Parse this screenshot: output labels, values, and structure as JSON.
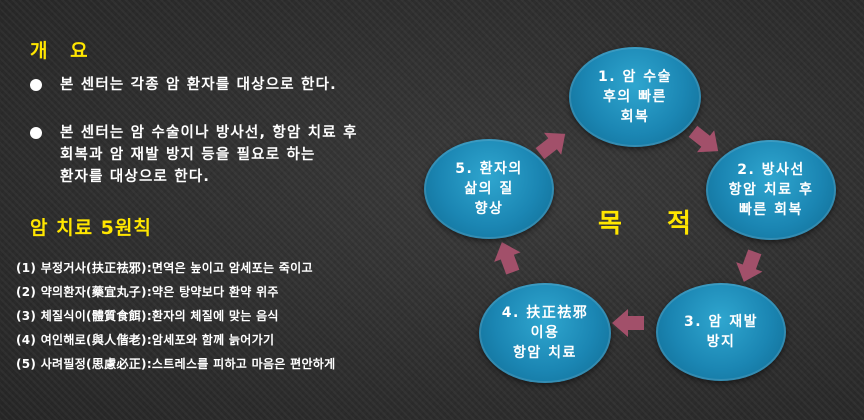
{
  "overview": {
    "heading": "개 요",
    "bullets": [
      "본 센터는 각종 암 환자를 대상으로 한다.",
      "본 센터는 암 수술이나 방사선, 항암 치료 후\n회복과 암 재발 방지 등을 필요로 하는\n환자를 대상으로 한다."
    ]
  },
  "principles": {
    "heading": "암 치료 5원칙",
    "items": [
      "(1) 부정거사(扶正祛邪):면역은 높이고 암세포는 죽이고",
      "(2) 약의환자(藥宜丸子):약은 탕약보다 환약 위주",
      "(3) 체질식이(體質食餌):환자의 체질에 맞는 음식",
      "(4) 여인해로(與人偕老):암세포와 함께 늙어가기",
      "(5) 사려필정(思慮必正):스트레스를 피하고 마음은 편안하게"
    ]
  },
  "cycle": {
    "center_label": "목 적",
    "steps": [
      "1. 암 수술\n후의 빠른\n회복",
      "2. 방사선\n항암 치료 후\n빠른 회복",
      "3. 암 재발\n방지",
      "4. 扶正祛邪\n이용\n항암 치료",
      "5. 환자의\n삶의 질\n향상"
    ]
  },
  "colors": {
    "heading": "#ffe600",
    "node": "#1b86b3",
    "arrow": "#a2506a",
    "background": "#2f2f2f"
  }
}
